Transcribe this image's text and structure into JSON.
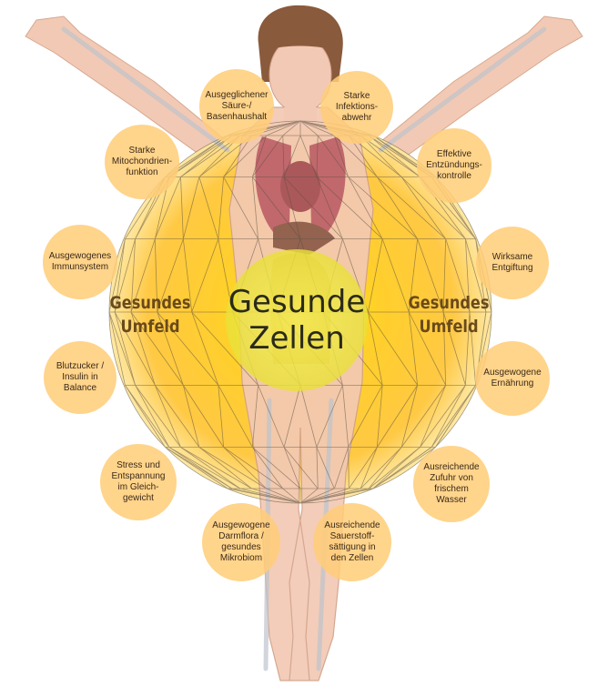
{
  "center": {
    "line1": "Gesunde",
    "line2": "Zellen"
  },
  "left_environment": {
    "line1": "Gesundes",
    "line2": "Umfeld"
  },
  "right_environment": {
    "line1": "Gesundes",
    "line2": "Umfeld"
  },
  "factors": {
    "acid_base": "Ausgeglichener\nSäure-/\nBasenhaushalt",
    "infection_defense": "Starke\nInfektions-\nabwehr",
    "mitochondria": "Starke\nMitochondrien-\nfunktion",
    "inflammation": "Effektive\nEntzündungs-\nkontrolle",
    "immune": "Ausgewogenes\nImmunsystem",
    "detox": "Wirksame\nEntgiftung",
    "blood_sugar": "Blutzucker /\nInsulin in\nBalance",
    "nutrition": "Ausgewogene\nErnährung",
    "stress": "Stress und\nEntspannung\nim Gleich-\ngewicht",
    "water": "Ausreichende\nZufuhr von\nfrischem\nWasser",
    "gut_flora": "Ausgewogene\nDarmflora /\ngesundes\nMikrobiom",
    "oxygen": "Ausreichende\nSauerstoff-\nsättigung in\nden Zellen"
  },
  "colors": {
    "sphere_center": "#ffe000",
    "sphere_mid": "#ffc21a",
    "sphere_edge": "#ffe9a8",
    "bubble": "#ffcd78",
    "mesh": "#5a5040",
    "skin": "#f2c9b4",
    "organs": "#b5515e",
    "hair": "#8a5a3c"
  }
}
